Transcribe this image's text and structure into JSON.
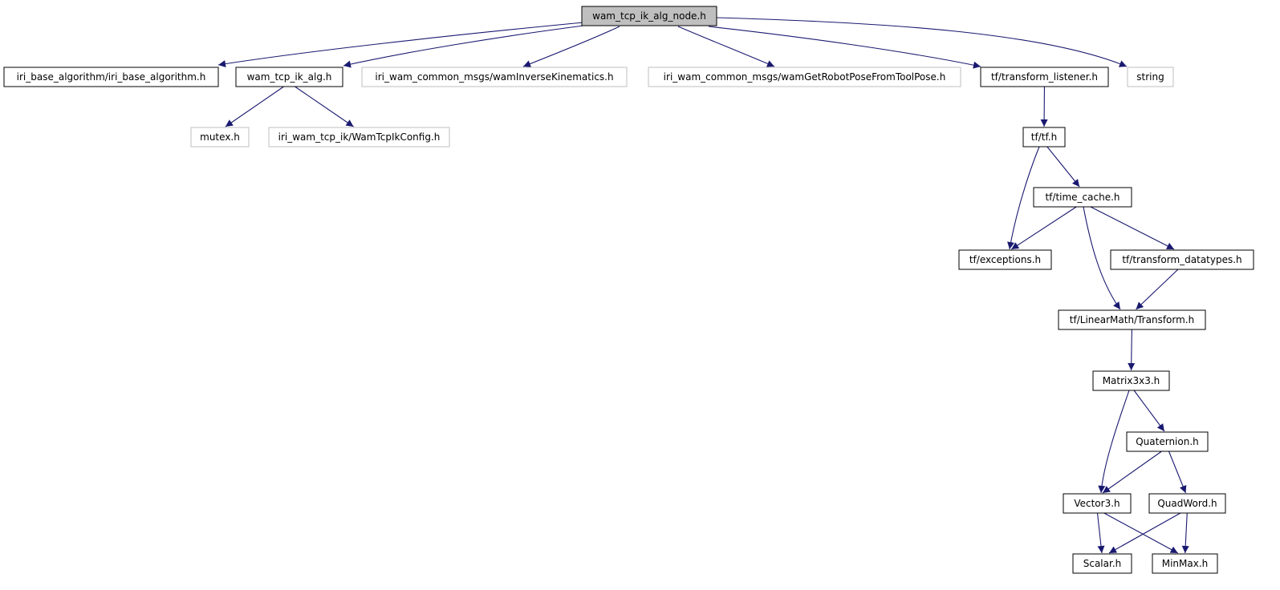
{
  "colors": {
    "edge": "#191970",
    "border_documented": "#000000",
    "border_undocumented": "#bfbfbf",
    "root_fill": "#bfbfbf",
    "fill": "#ffffff"
  },
  "nodes": [
    {
      "id": "root",
      "label": "wam_tcp_ik_alg_node.h",
      "kind": "root"
    },
    {
      "id": "iri_base",
      "label": "iri_base_algorithm/iri_base_algorithm.h",
      "kind": "documented"
    },
    {
      "id": "wam_tcp_ik_alg",
      "label": "wam_tcp_ik_alg.h",
      "kind": "documented"
    },
    {
      "id": "wam_ik_msg",
      "label": "iri_wam_common_msgs/wamInverseKinematics.h",
      "kind": "undocumented"
    },
    {
      "id": "wam_pose_msg",
      "label": "iri_wam_common_msgs/wamGetRobotPoseFromToolPose.h",
      "kind": "undocumented"
    },
    {
      "id": "tf_listener",
      "label": "tf/transform_listener.h",
      "kind": "documented"
    },
    {
      "id": "string",
      "label": "string",
      "kind": "undocumented"
    },
    {
      "id": "mutex",
      "label": "mutex.h",
      "kind": "undocumented"
    },
    {
      "id": "wam_config",
      "label": "iri_wam_tcp_ik/WamTcpIkConfig.h",
      "kind": "undocumented"
    },
    {
      "id": "tf_tf",
      "label": "tf/tf.h",
      "kind": "documented"
    },
    {
      "id": "time_cache",
      "label": "tf/time_cache.h",
      "kind": "documented"
    },
    {
      "id": "exceptions",
      "label": "tf/exceptions.h",
      "kind": "documented"
    },
    {
      "id": "datatypes",
      "label": "tf/transform_datatypes.h",
      "kind": "documented"
    },
    {
      "id": "transform",
      "label": "tf/LinearMath/Transform.h",
      "kind": "documented"
    },
    {
      "id": "matrix3x3",
      "label": "Matrix3x3.h",
      "kind": "documented"
    },
    {
      "id": "quaternion",
      "label": "Quaternion.h",
      "kind": "documented"
    },
    {
      "id": "vector3",
      "label": "Vector3.h",
      "kind": "documented"
    },
    {
      "id": "quadword",
      "label": "QuadWord.h",
      "kind": "documented"
    },
    {
      "id": "scalar",
      "label": "Scalar.h",
      "kind": "documented"
    },
    {
      "id": "minmax",
      "label": "MinMax.h",
      "kind": "documented"
    }
  ],
  "edges": [
    {
      "from": "root",
      "to": "iri_base"
    },
    {
      "from": "root",
      "to": "wam_tcp_ik_alg"
    },
    {
      "from": "root",
      "to": "wam_ik_msg"
    },
    {
      "from": "root",
      "to": "wam_pose_msg"
    },
    {
      "from": "root",
      "to": "tf_listener"
    },
    {
      "from": "root",
      "to": "string"
    },
    {
      "from": "wam_tcp_ik_alg",
      "to": "mutex"
    },
    {
      "from": "wam_tcp_ik_alg",
      "to": "wam_config"
    },
    {
      "from": "tf_listener",
      "to": "tf_tf"
    },
    {
      "from": "tf_tf",
      "to": "exceptions"
    },
    {
      "from": "tf_tf",
      "to": "time_cache"
    },
    {
      "from": "time_cache",
      "to": "exceptions"
    },
    {
      "from": "time_cache",
      "to": "datatypes"
    },
    {
      "from": "time_cache",
      "to": "transform"
    },
    {
      "from": "datatypes",
      "to": "transform"
    },
    {
      "from": "transform",
      "to": "matrix3x3"
    },
    {
      "from": "matrix3x3",
      "to": "quaternion"
    },
    {
      "from": "matrix3x3",
      "to": "vector3"
    },
    {
      "from": "quaternion",
      "to": "vector3"
    },
    {
      "from": "quaternion",
      "to": "quadword"
    },
    {
      "from": "vector3",
      "to": "scalar"
    },
    {
      "from": "vector3",
      "to": "minmax"
    },
    {
      "from": "quadword",
      "to": "scalar"
    },
    {
      "from": "quadword",
      "to": "minmax"
    }
  ]
}
